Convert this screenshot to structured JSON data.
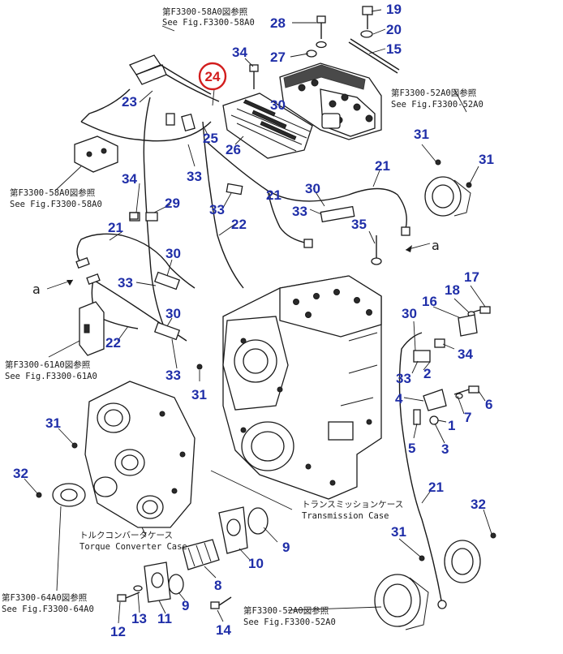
{
  "highlight": {
    "label": "24",
    "color": "#d21d1d"
  },
  "callout_color": "#1f2ea8",
  "callouts": {
    "c19": "19",
    "c20": "20",
    "c15": "15",
    "c28": "28",
    "c27": "27",
    "c34a": "34",
    "c30a": "30",
    "c23": "23",
    "c25": "25",
    "c26": "26",
    "c33a": "33",
    "c31a": "31",
    "c31b": "31",
    "c21a": "21",
    "c34b": "34",
    "c29": "29",
    "c33b": "33",
    "c22a": "22",
    "c21b": "21",
    "c30b": "30",
    "c33c": "33",
    "c21c": "21",
    "c35": "35",
    "c30c": "30",
    "c33d": "33",
    "c30d": "30",
    "c22b": "22",
    "c33e": "33",
    "c31c": "31",
    "c17": "17",
    "c18": "18",
    "c16": "16",
    "c30e": "30",
    "c34c": "34",
    "c33f": "33",
    "c2": "2",
    "c4": "4",
    "c7": "7",
    "c6": "6",
    "c1": "1",
    "c5": "5",
    "c3": "3",
    "c31d": "31",
    "c32a": "32",
    "c21d": "21",
    "c32b": "32",
    "c9a": "9",
    "c10": "10",
    "c31e": "31",
    "c8": "8",
    "c9b": "9",
    "c13": "13",
    "c11": "11",
    "c12": "12",
    "c14": "14"
  },
  "refs": {
    "r58a_jp": "第F3300-58A0図参照",
    "r58a_en": "See Fig.F3300-58A0",
    "r52a_jp": "第F3300-52A0図参照",
    "r52a_en": "See Fig.F3300-52A0",
    "r58b_jp": "第F3300-58A0図参照",
    "r58b_en": "See Fig.F3300-58A0",
    "r61_jp": "第F3300-61A0図参照",
    "r61_en": "See Fig.F3300-61A0",
    "r64_jp": "第F3300-64A0図参照",
    "r64_en": "See Fig.F3300-64A0",
    "r52b_jp": "第F3300-52A0図参照",
    "r52b_en": "See Fig.F3300-52A0"
  },
  "captions": {
    "trans_jp": "トランスミッションケース",
    "trans_en": "Transmission Case",
    "torque_jp": "トルクコンバータケース",
    "torque_en": "Torque Converter Case"
  },
  "arrows": {
    "a1": "a",
    "a2": "a"
  }
}
